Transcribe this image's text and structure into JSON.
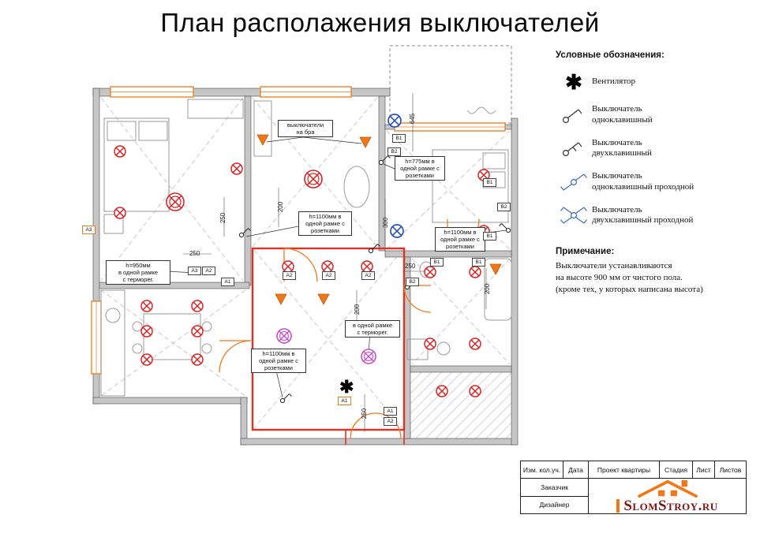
{
  "page": {
    "title": "План располажения выключателей"
  },
  "colors": {
    "accent_red": "#d42424",
    "accent_orange": "#f07818",
    "accent_blue": "#2a52b8",
    "accent_magenta": "#c84fc8",
    "wall_gray": "#c6c6c6",
    "logo_red": "#7e1414"
  },
  "legend": {
    "title": "Условные обозначения:",
    "fan_glyph": "✱",
    "items": [
      {
        "icon": "fan-icon",
        "label": "Вентилятор"
      },
      {
        "icon": "switch-single-icon",
        "label": "Выключатель\nодноклавишный"
      },
      {
        "icon": "switch-double-icon",
        "label": "Выключатель\nдвухклавишный"
      },
      {
        "icon": "switch-single-pass-icon",
        "label": "Выключатель\nодноклавишный проходной"
      },
      {
        "icon": "switch-double-pass-icon",
        "label": "Выключатель\nдвухклавишный проходной"
      }
    ],
    "note_title": "Примечание:",
    "note_text": "Выключатели устанавливаются\nна высоте 900 мм от чистого пола.\n(кроме тех, у которых написана высота)"
  },
  "plan": {
    "fan_glyph": "✱",
    "callouts": [
      "выключатели\nна бра",
      "h=775мм в\nодной рамке с\nрозетками",
      "h=1100мм в\nодной рамке с\nрозетками",
      "h=1100мм в\nодной рамке с\nрозетками",
      "h=950мм\nв одной рамке\nс терморег.",
      "в одной рамке\nс терморег.",
      "h=1100мм в\nодной рамке с\nрозетками"
    ],
    "dims": [
      "250",
      "250",
      "200",
      "300",
      "645",
      "250",
      "200",
      "200",
      "250"
    ],
    "tags": [
      "A3",
      "A3",
      "A2",
      "A1",
      "A2",
      "A2",
      "A2",
      "B1",
      "B2",
      "B1",
      "B2",
      "B1",
      "B1",
      "B1",
      "B2",
      "A1",
      "A1",
      "A2"
    ]
  },
  "titleblock": {
    "columns": [
      "Изм. кол.уч.",
      "Дата",
      "Проект квартиры",
      "Стадия",
      "Лист",
      "Листов"
    ],
    "row_labels": [
      "Заказчик",
      "Дизайнер"
    ],
    "logo_text": "SlomStroy.ru"
  }
}
